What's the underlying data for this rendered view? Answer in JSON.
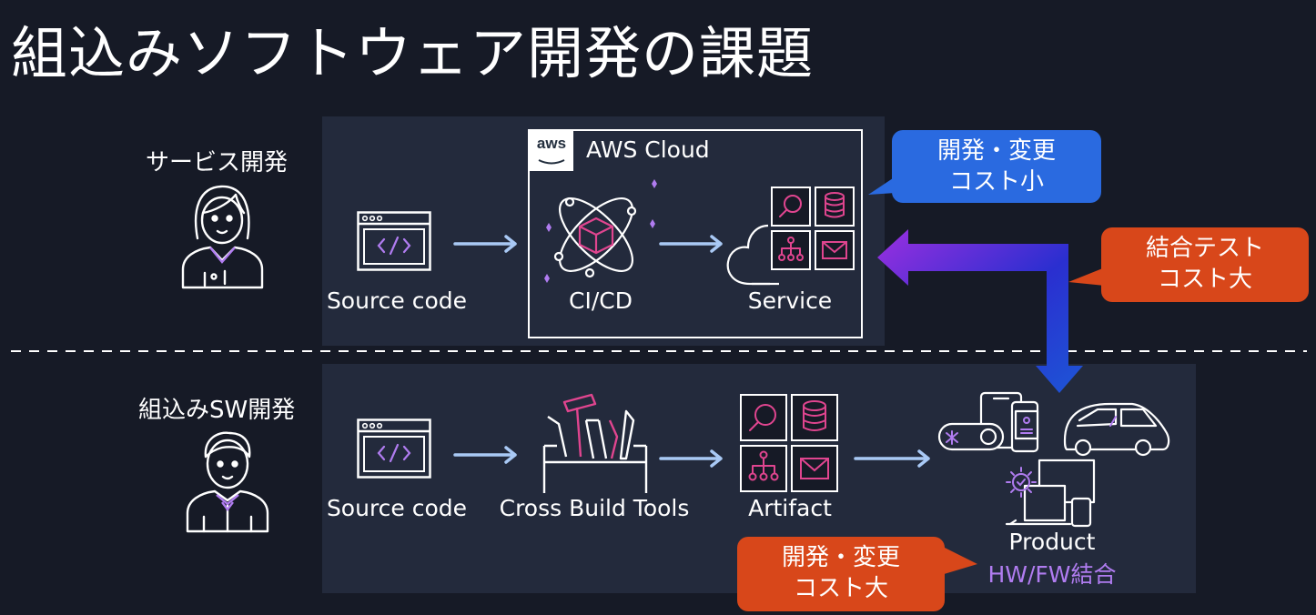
{
  "title": "組込みソフトウェア開発の課題",
  "lanes": {
    "service": {
      "label": "サービス開発",
      "source_caption": "Source code",
      "cloud_title": "AWS Cloud",
      "aws_logo_text": "aws",
      "cicd_caption": "CI/CD",
      "service_caption": "Service"
    },
    "embedded": {
      "label": "組込みSW開発",
      "source_caption": "Source code",
      "tools_caption": "Cross Build Tools",
      "artifact_caption": "Artifact",
      "product_caption": "Product",
      "product_subcaption": "HW/FW結合"
    }
  },
  "callouts": {
    "service_cost": [
      "開発・変更",
      "コスト小"
    ],
    "integration_cost": [
      "結合テスト",
      "コスト大"
    ],
    "embedded_cost": [
      "開発・変更",
      "コスト大"
    ]
  },
  "colors": {
    "background": "#161a26",
    "panel": "#232a3c",
    "callout_blue": "#2a6ae0",
    "callout_orange": "#d8471a",
    "accent_purple": "#b07cf0",
    "arrow": "#a9c9f5"
  }
}
